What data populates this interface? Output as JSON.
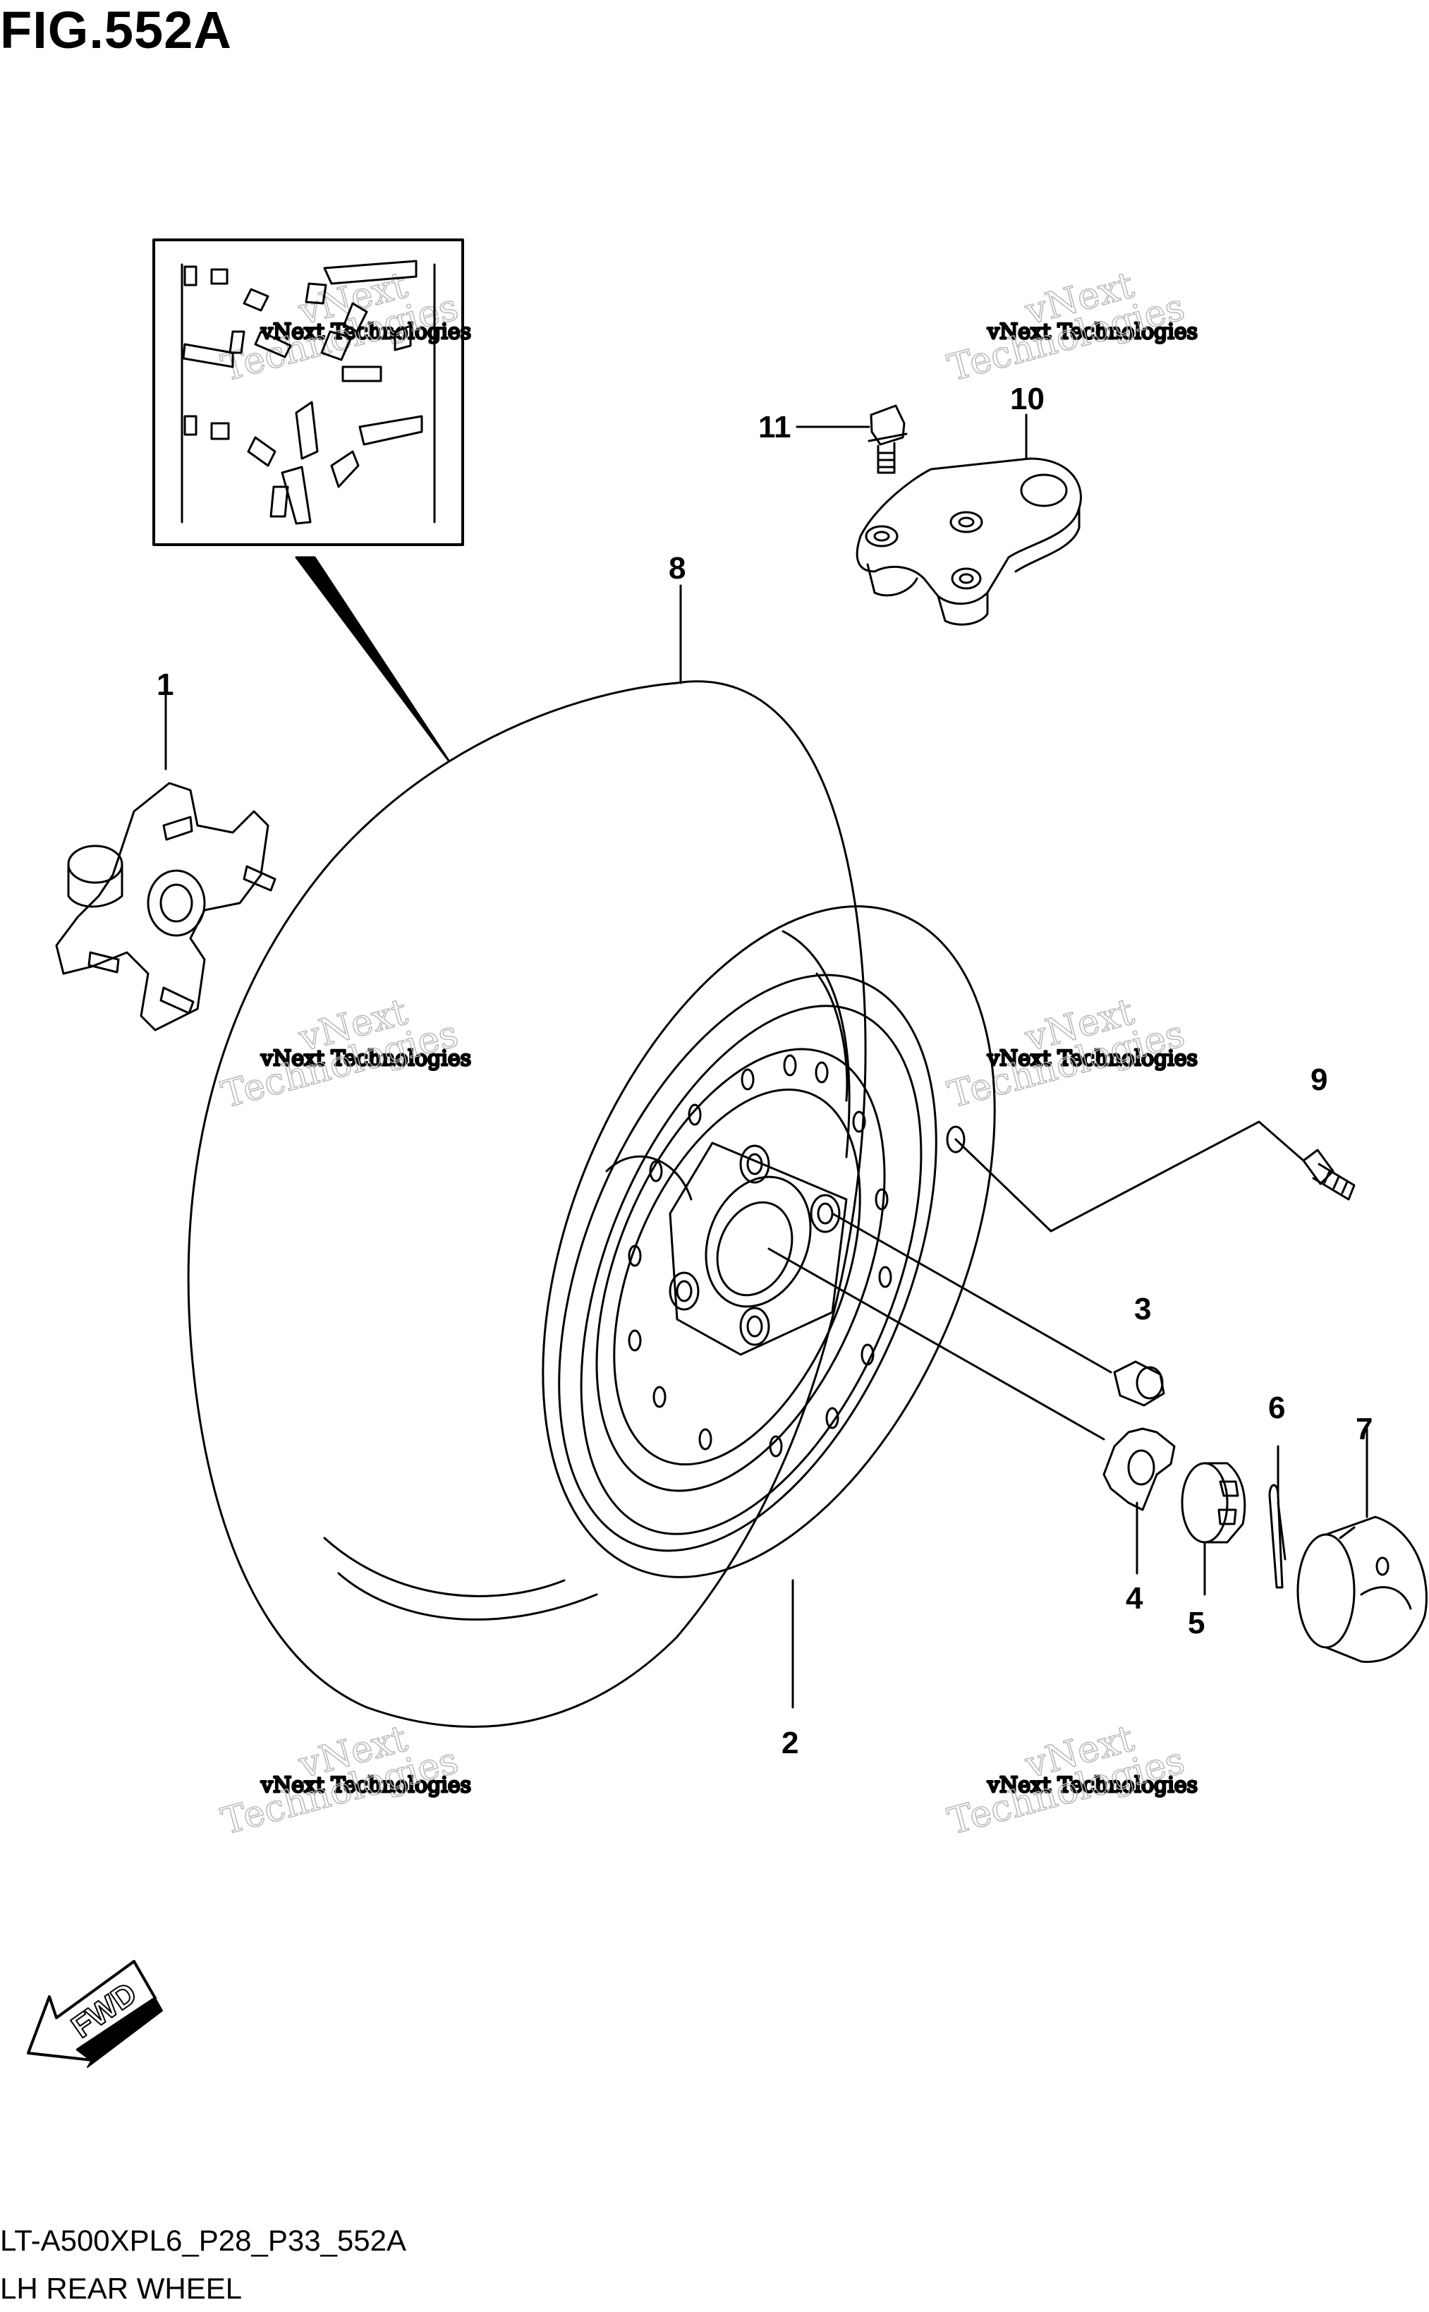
{
  "figure_title": "FIG.552A",
  "model_code": "LT-A500XPL6_P28_P33_552A",
  "diagram_title": "LH REAR WHEEL",
  "direction_label": "FWD",
  "watermark": {
    "line1": "vNext Technologies",
    "line2": "vNext",
    "line3": "Technologies"
  },
  "callouts": [
    {
      "id": "1",
      "part": "hub"
    },
    {
      "id": "2",
      "part": "wheel"
    },
    {
      "id": "3",
      "part": "wheel-nut"
    },
    {
      "id": "4",
      "part": "washer"
    },
    {
      "id": "5",
      "part": "castle-nut"
    },
    {
      "id": "6",
      "part": "cotter-pin"
    },
    {
      "id": "7",
      "part": "hub-cap"
    },
    {
      "id": "8",
      "part": "tire"
    },
    {
      "id": "9",
      "part": "valve"
    },
    {
      "id": "10",
      "part": "bracket"
    },
    {
      "id": "11",
      "part": "bolt"
    }
  ]
}
